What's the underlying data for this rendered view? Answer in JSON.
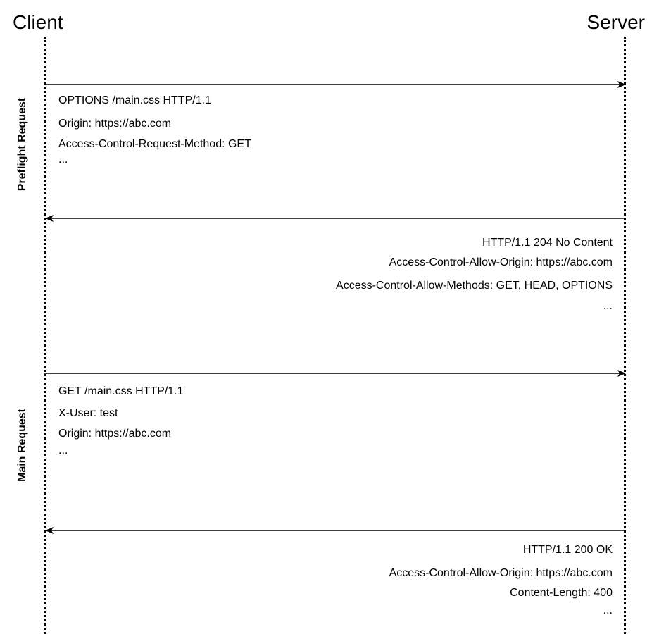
{
  "participants": {
    "client": "Client",
    "server": "Server"
  },
  "phases": {
    "preflight": "Preflight Request",
    "main": "Main Request"
  },
  "messages": {
    "preflight_request": [
      "OPTIONS /main.css HTTP/1.1",
      "Origin: https://abc.com",
      "Access-Control-Request-Method: GET",
      "..."
    ],
    "preflight_response": [
      "HTTP/1.1 204 No Content",
      "Access-Control-Allow-Origin: https://abc.com",
      "Access-Control-Allow-Methods: GET, HEAD, OPTIONS",
      "..."
    ],
    "main_request": [
      "GET /main.css HTTP/1.1",
      "X-User: test",
      "Origin: https://abc.com",
      "..."
    ],
    "main_response": [
      "HTTP/1.1 200 OK",
      "Access-Control-Allow-Origin: https://abc.com",
      "Content-Length: 400",
      "..."
    ]
  },
  "colors": {
    "line": "#000000",
    "background": "#ffffff"
  }
}
